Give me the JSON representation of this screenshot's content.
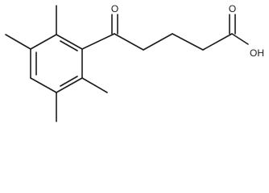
{
  "molecule": {
    "atom_labels": {
      "ketone_oxygen": "O",
      "acid_carbonyl_oxygen": "O",
      "acid_hydroxyl": "OH"
    },
    "colors": {
      "bond": "#1a1a1a",
      "background": "#ffffff"
    }
  }
}
